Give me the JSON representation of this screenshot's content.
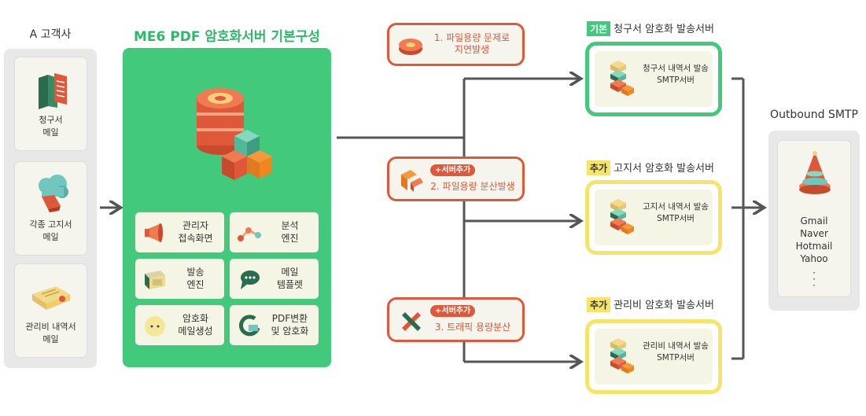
{
  "customer": {
    "title": "A 고객사",
    "items": [
      {
        "label": "청구서\n메일"
      },
      {
        "label": "각종 고지서\n메일"
      },
      {
        "label": "관리비 내역서\n메일"
      }
    ]
  },
  "core": {
    "title": "ME6 PDF 암호화서버 기본구성",
    "modules": [
      {
        "label": "관리자\n접속화면"
      },
      {
        "label": "분석\n엔진"
      },
      {
        "label": "발송\n엔진"
      },
      {
        "label": "메일\n템플렛"
      },
      {
        "label": "암호화\n메일생성"
      },
      {
        "label": "PDF변환\n및 암호화"
      }
    ]
  },
  "issues": [
    {
      "badge": "",
      "text": "1. 파일용량 문제로\n지연발생"
    },
    {
      "badge": "+서버추가",
      "text": "2. 파일용량 분산발생"
    },
    {
      "badge": "+서버추가",
      "text": "3. 트래픽 용량분산"
    }
  ],
  "servers": [
    {
      "tag": "기본",
      "title": "청구서 암호화 발송서버",
      "label": "청구서 내역서 발송\nSMTP서버"
    },
    {
      "tag": "추가",
      "title": "고지서 암호화 발송서버",
      "label": "고지서 내역서 발송\nSMTP서버"
    },
    {
      "tag": "추가",
      "title": "관리비 암호화 발송서버",
      "label": "관리비 내역서 발송\nSMTP서버"
    }
  ],
  "outbound": {
    "title": "Outbound SMTP",
    "providers": [
      "Gmail",
      "Naver",
      "Hotmail",
      "Yahoo",
      "·",
      "·",
      "·"
    ]
  },
  "colors": {
    "green": "#42c97c",
    "orange": "#e0583a",
    "yellow": "#f5e46a",
    "arrow": "#555555"
  }
}
